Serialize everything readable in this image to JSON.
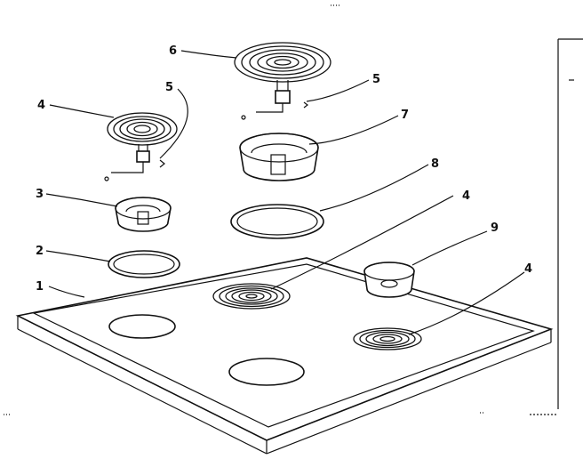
{
  "callouts": {
    "c1": "1",
    "c2": "2",
    "c3": "3",
    "c4a": "4",
    "c4b": "4",
    "c4c": "4",
    "c5a": "5",
    "c5b": "5",
    "c6": "6",
    "c7": "7",
    "c8": "8",
    "c9": "9"
  },
  "colors": {
    "ink": "#111111",
    "paper": "#ffffff"
  }
}
